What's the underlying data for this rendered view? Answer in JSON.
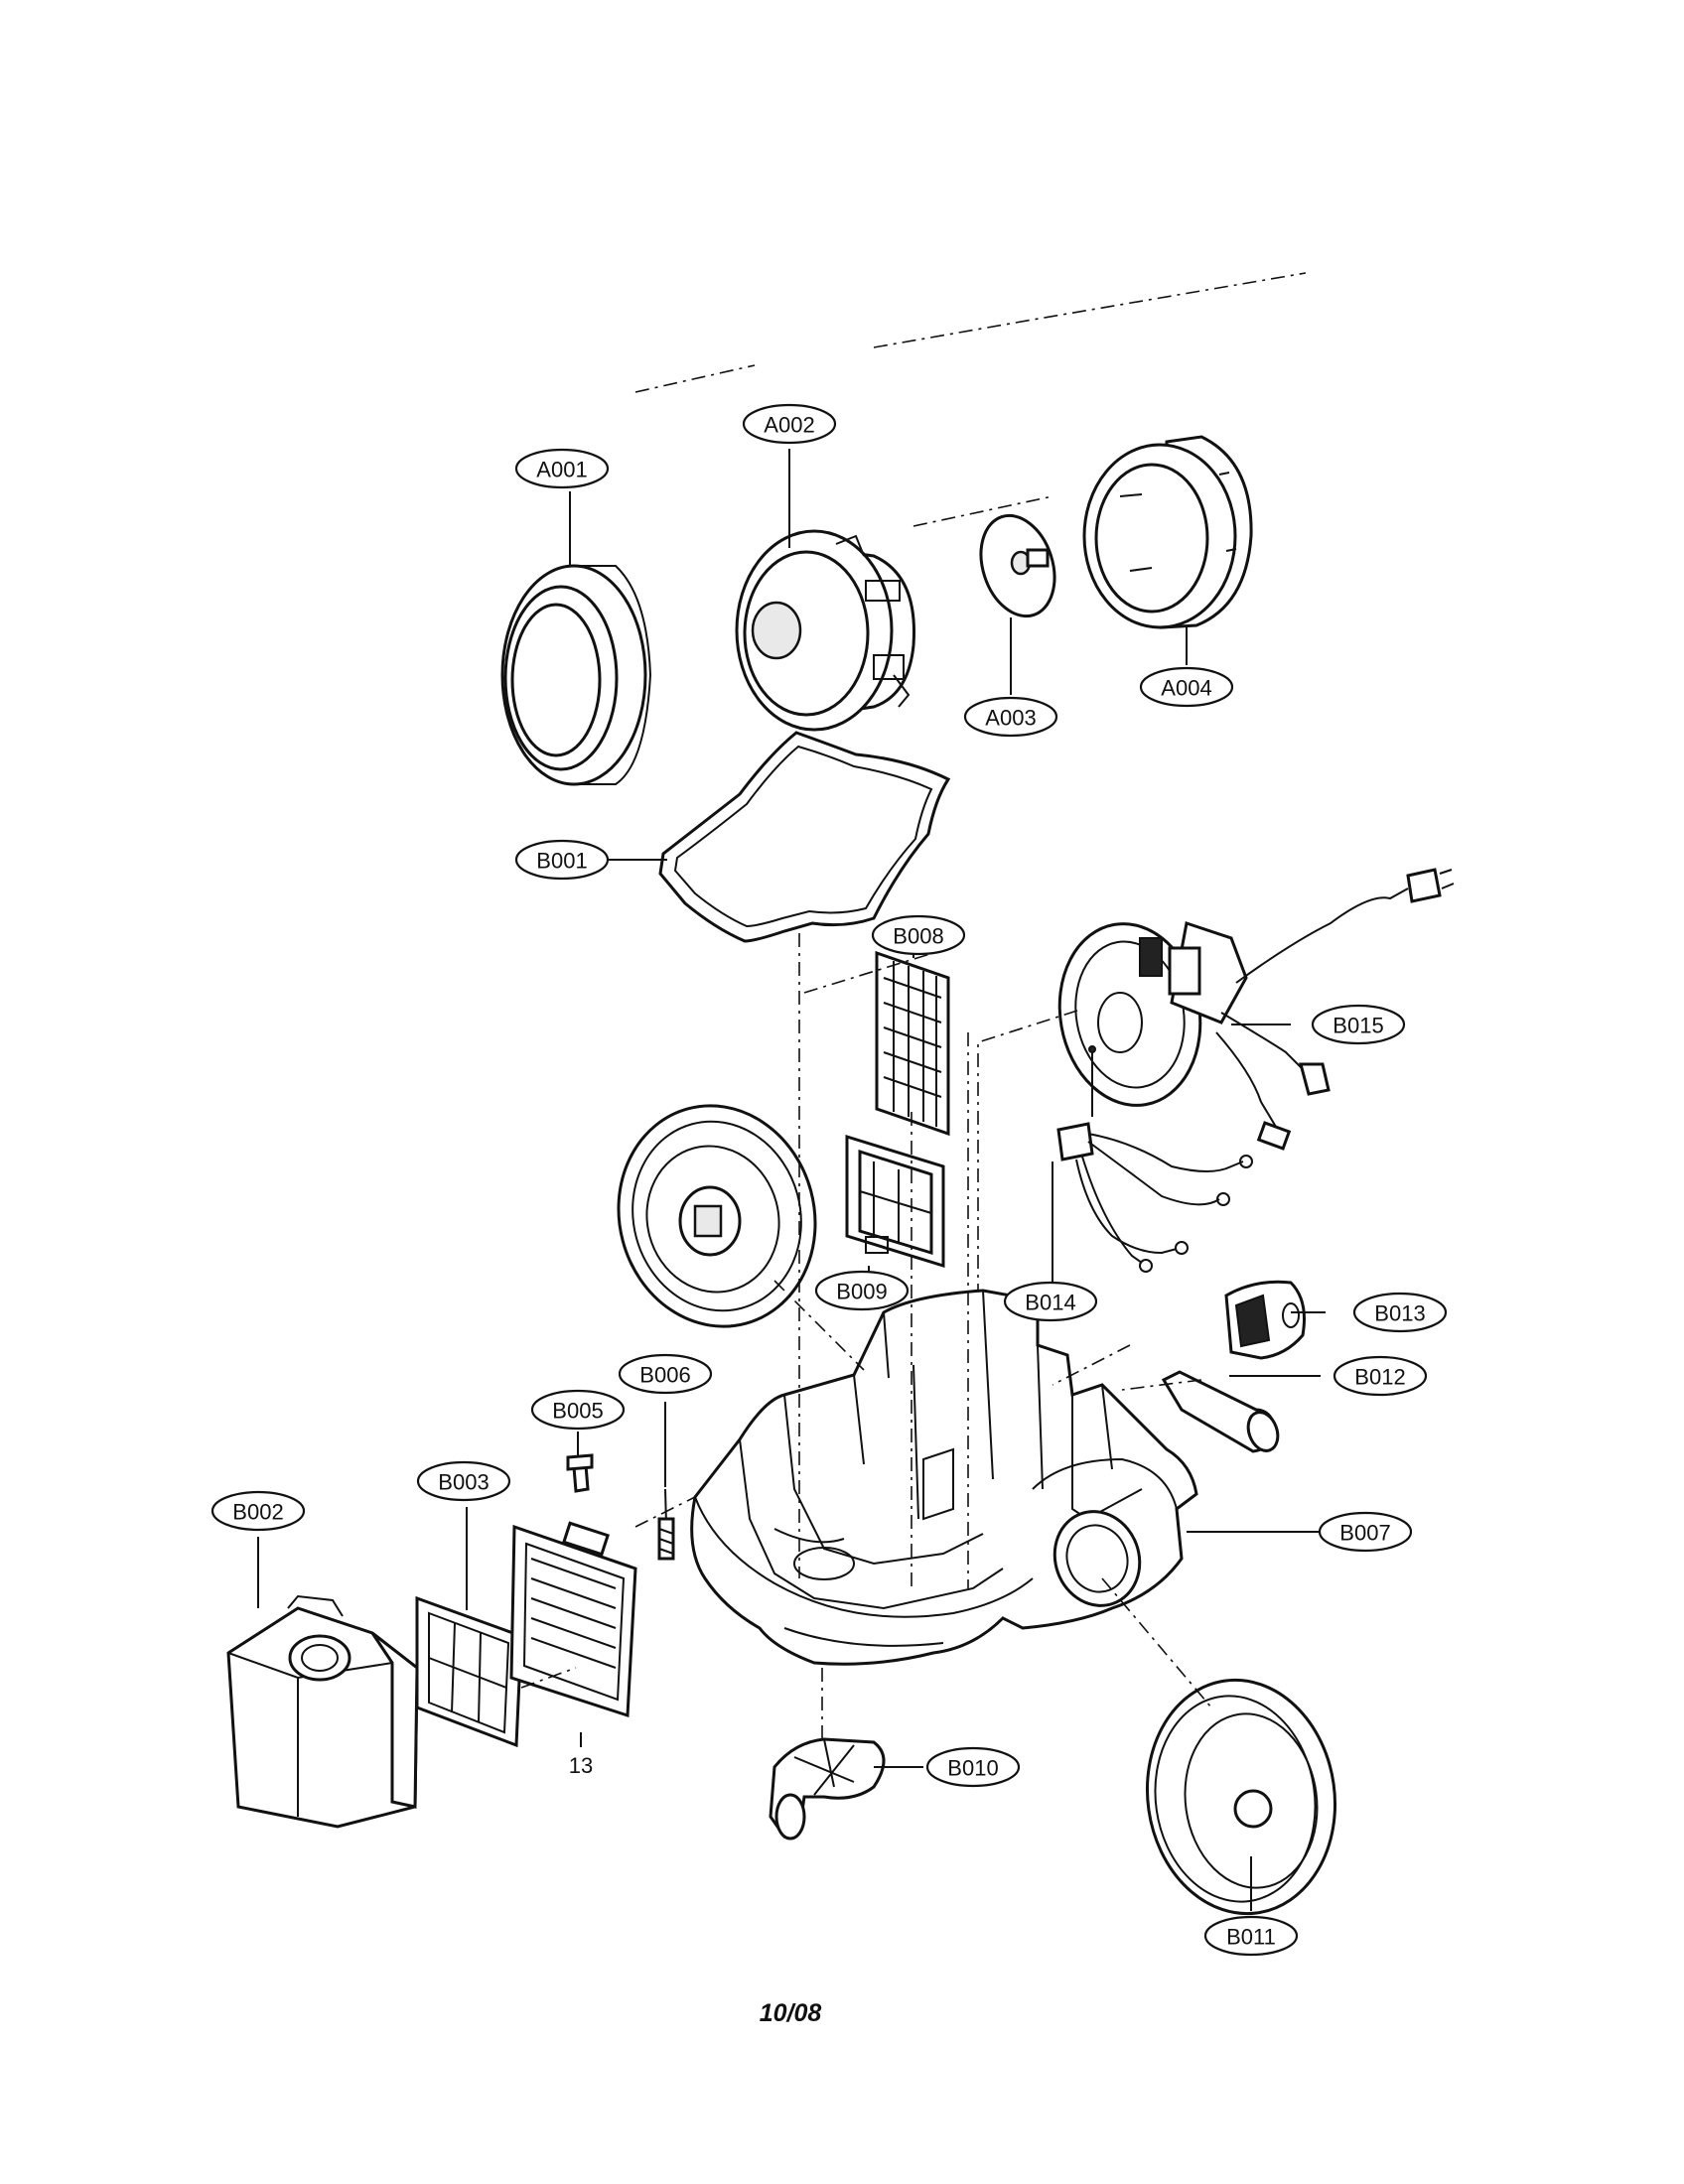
{
  "callouts": {
    "A001": "A001",
    "A002": "A002",
    "A003": "A003",
    "A004": "A004",
    "B001": "B001",
    "B002": "B002",
    "B003": "B003",
    "B005": "B005",
    "B006": "B006",
    "B007": "B007",
    "B008": "B008",
    "B009": "B009",
    "B010": "B010",
    "B011": "B011",
    "B012": "B012",
    "B013": "B013",
    "B014": "B014",
    "B015": "B015"
  },
  "plain_label": "13",
  "footer_date": "10/08"
}
